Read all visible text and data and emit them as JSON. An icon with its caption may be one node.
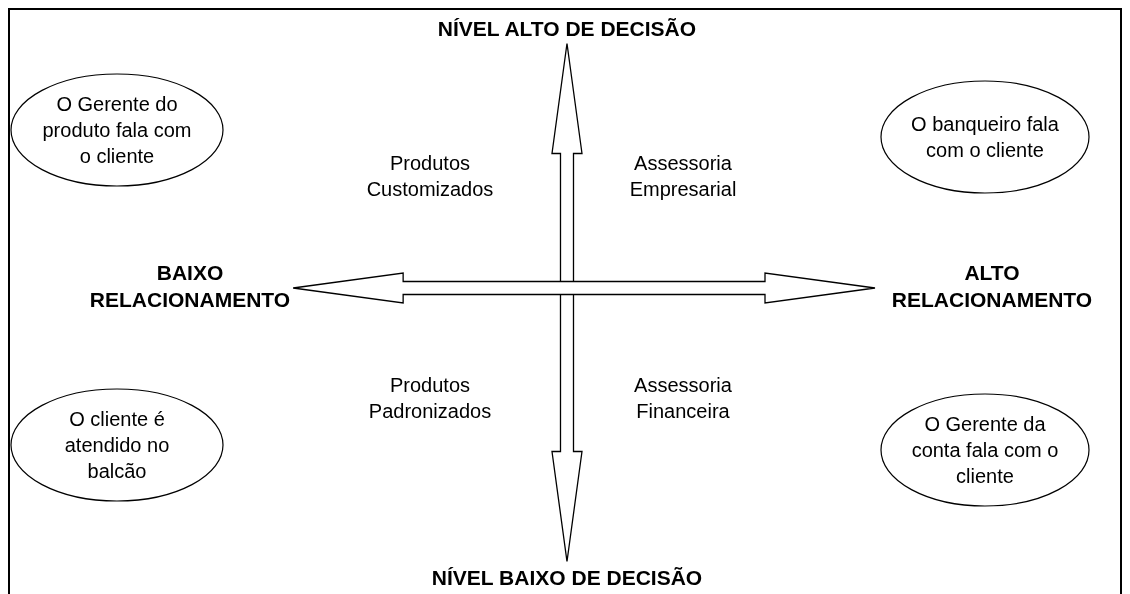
{
  "diagram": {
    "nodes": [
      {
        "text": [
          "NÍVEL ALTO DE DECISÃO"
        ]
      },
      {
        "text": [
          "O Gerente do produto fala com o cliente"
        ]
      },
      {
        "text": [
          "O banqueiro fala com o cliente"
        ]
      },
      {
        "text": [
          "BAIXO RELACIONAMENTO"
        ]
      },
      {
        "text": [
          "ALTO RELACIONAMENTO"
        ]
      },
      {
        "text": [
          "O cliente é atendido no balcão"
        ]
      },
      {
        "text": [
          "O Gerente da conta fala com o cliente"
        ]
      },
      {
        "text": [
          "NÍVEL BAIXO DE DECISÃO"
        ]
      }
    ],
    "edges": [
      {
        "from": 0,
        "to": 7,
        "arrow": "both"
      },
      {
        "from": 3,
        "to": 4,
        "arrow": "both"
      }
    ],
    "labels": [
      "Produtos Customizados",
      "Assessoria Empresarial",
      "Produtos Padronizados",
      "Assessoria Financeira"
    ]
  }
}
